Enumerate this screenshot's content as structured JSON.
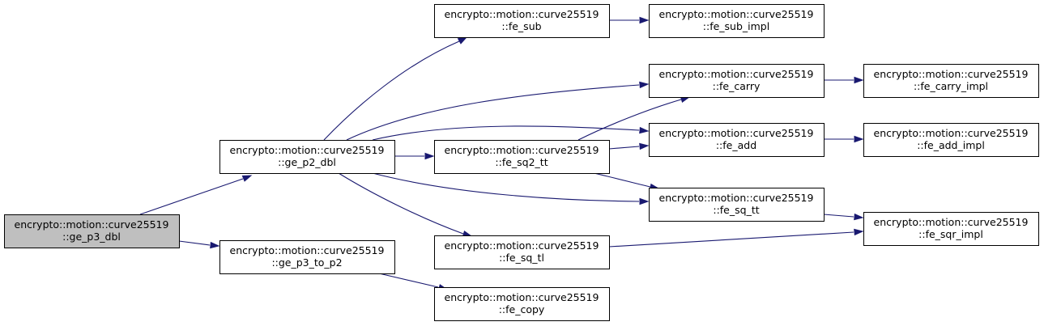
{
  "graph": {
    "edge_color": "#191970",
    "root_fill": "#bfbfbf",
    "nodes": [
      {
        "id": "ge_p3_dbl",
        "line1": "encrypto::motion::curve25519",
        "line2": "::ge_p3_dbl",
        "root": true
      },
      {
        "id": "ge_p2_dbl",
        "line1": "encrypto::motion::curve25519",
        "line2": "::ge_p2_dbl"
      },
      {
        "id": "ge_p3_to_p2",
        "line1": "encrypto::motion::curve25519",
        "line2": "::ge_p3_to_p2"
      },
      {
        "id": "fe_sub",
        "line1": "encrypto::motion::curve25519",
        "line2": "::fe_sub"
      },
      {
        "id": "fe_sq2_tt",
        "line1": "encrypto::motion::curve25519",
        "line2": "::fe_sq2_tt"
      },
      {
        "id": "fe_sq_tl",
        "line1": "encrypto::motion::curve25519",
        "line2": "::fe_sq_tl"
      },
      {
        "id": "fe_copy",
        "line1": "encrypto::motion::curve25519",
        "line2": "::fe_copy"
      },
      {
        "id": "fe_sub_impl",
        "line1": "encrypto::motion::curve25519",
        "line2": "::fe_sub_impl"
      },
      {
        "id": "fe_carry",
        "line1": "encrypto::motion::curve25519",
        "line2": "::fe_carry"
      },
      {
        "id": "fe_add",
        "line1": "encrypto::motion::curve25519",
        "line2": "::fe_add"
      },
      {
        "id": "fe_sq_tt",
        "line1": "encrypto::motion::curve25519",
        "line2": "::fe_sq_tt"
      },
      {
        "id": "fe_carry_impl",
        "line1": "encrypto::motion::curve25519",
        "line2": "::fe_carry_impl"
      },
      {
        "id": "fe_add_impl",
        "line1": "encrypto::motion::curve25519",
        "line2": "::fe_add_impl"
      },
      {
        "id": "fe_sqr_impl",
        "line1": "encrypto::motion::curve25519",
        "line2": "::fe_sqr_impl"
      }
    ],
    "edges": [
      {
        "from": "ge_p3_dbl",
        "to": "ge_p2_dbl"
      },
      {
        "from": "ge_p3_dbl",
        "to": "ge_p3_to_p2"
      },
      {
        "from": "ge_p2_dbl",
        "to": "fe_sub"
      },
      {
        "from": "ge_p2_dbl",
        "to": "fe_carry"
      },
      {
        "from": "ge_p2_dbl",
        "to": "fe_add"
      },
      {
        "from": "ge_p2_dbl",
        "to": "fe_sq2_tt"
      },
      {
        "from": "ge_p2_dbl",
        "to": "fe_sq_tt"
      },
      {
        "from": "ge_p2_dbl",
        "to": "fe_sq_tl"
      },
      {
        "from": "ge_p3_to_p2",
        "to": "fe_copy"
      },
      {
        "from": "fe_sub",
        "to": "fe_sub_impl"
      },
      {
        "from": "fe_sq2_tt",
        "to": "fe_carry"
      },
      {
        "from": "fe_sq2_tt",
        "to": "fe_add"
      },
      {
        "from": "fe_sq2_tt",
        "to": "fe_sq_tt"
      },
      {
        "from": "fe_carry",
        "to": "fe_carry_impl"
      },
      {
        "from": "fe_add",
        "to": "fe_add_impl"
      },
      {
        "from": "fe_sq_tt",
        "to": "fe_sqr_impl"
      },
      {
        "from": "fe_sq_tl",
        "to": "fe_sqr_impl"
      }
    ]
  }
}
